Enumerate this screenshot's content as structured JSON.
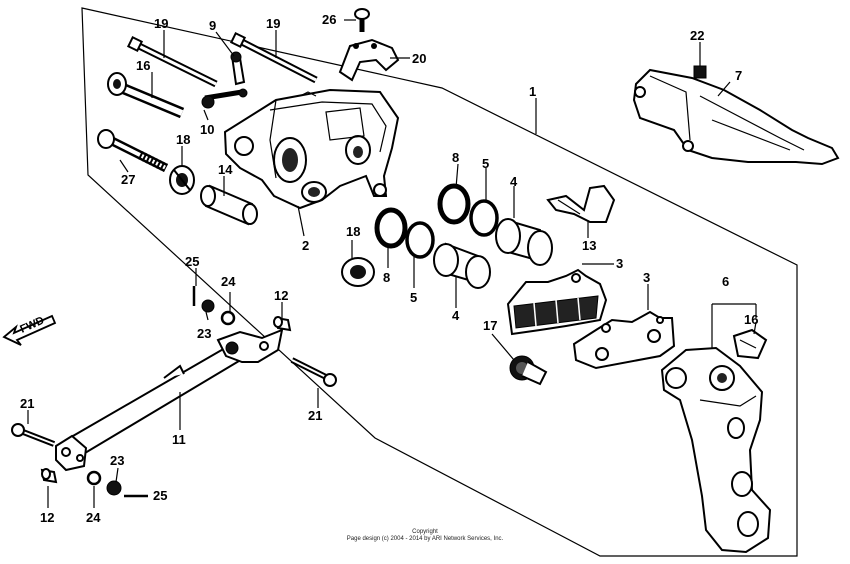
{
  "fwd_indicator": "FWD",
  "copyright": {
    "line1": "Copyright",
    "line2": "Page design (c) 2004 - 2014 by ARI Network Services, Inc."
  },
  "labels": [
    {
      "id": "p1",
      "text": "1"
    },
    {
      "id": "p2",
      "text": "2"
    },
    {
      "id": "p3a",
      "text": "3"
    },
    {
      "id": "p3b",
      "text": "3"
    },
    {
      "id": "p4a",
      "text": "4"
    },
    {
      "id": "p4b",
      "text": "4"
    },
    {
      "id": "p5a",
      "text": "5"
    },
    {
      "id": "p5b",
      "text": "5"
    },
    {
      "id": "p6",
      "text": "6"
    },
    {
      "id": "p7",
      "text": "7"
    },
    {
      "id": "p8a",
      "text": "8"
    },
    {
      "id": "p8b",
      "text": "8"
    },
    {
      "id": "p9",
      "text": "9"
    },
    {
      "id": "p10",
      "text": "10"
    },
    {
      "id": "p11",
      "text": "11"
    },
    {
      "id": "p12a",
      "text": "12"
    },
    {
      "id": "p12b",
      "text": "12"
    },
    {
      "id": "p13",
      "text": "13"
    },
    {
      "id": "p14",
      "text": "14"
    },
    {
      "id": "p16a",
      "text": "16"
    },
    {
      "id": "p16b",
      "text": "16"
    },
    {
      "id": "p17",
      "text": "17"
    },
    {
      "id": "p18a",
      "text": "18"
    },
    {
      "id": "p18b",
      "text": "18"
    },
    {
      "id": "p19a",
      "text": "19"
    },
    {
      "id": "p19b",
      "text": "19"
    },
    {
      "id": "p20",
      "text": "20"
    },
    {
      "id": "p21a",
      "text": "21"
    },
    {
      "id": "p21b",
      "text": "21"
    },
    {
      "id": "p22",
      "text": "22"
    },
    {
      "id": "p23a",
      "text": "23"
    },
    {
      "id": "p23b",
      "text": "23"
    },
    {
      "id": "p24a",
      "text": "24"
    },
    {
      "id": "p24b",
      "text": "24"
    },
    {
      "id": "p25a",
      "text": "25"
    },
    {
      "id": "p25b",
      "text": "25"
    },
    {
      "id": "p26",
      "text": "26"
    },
    {
      "id": "p27",
      "text": "27"
    }
  ]
}
